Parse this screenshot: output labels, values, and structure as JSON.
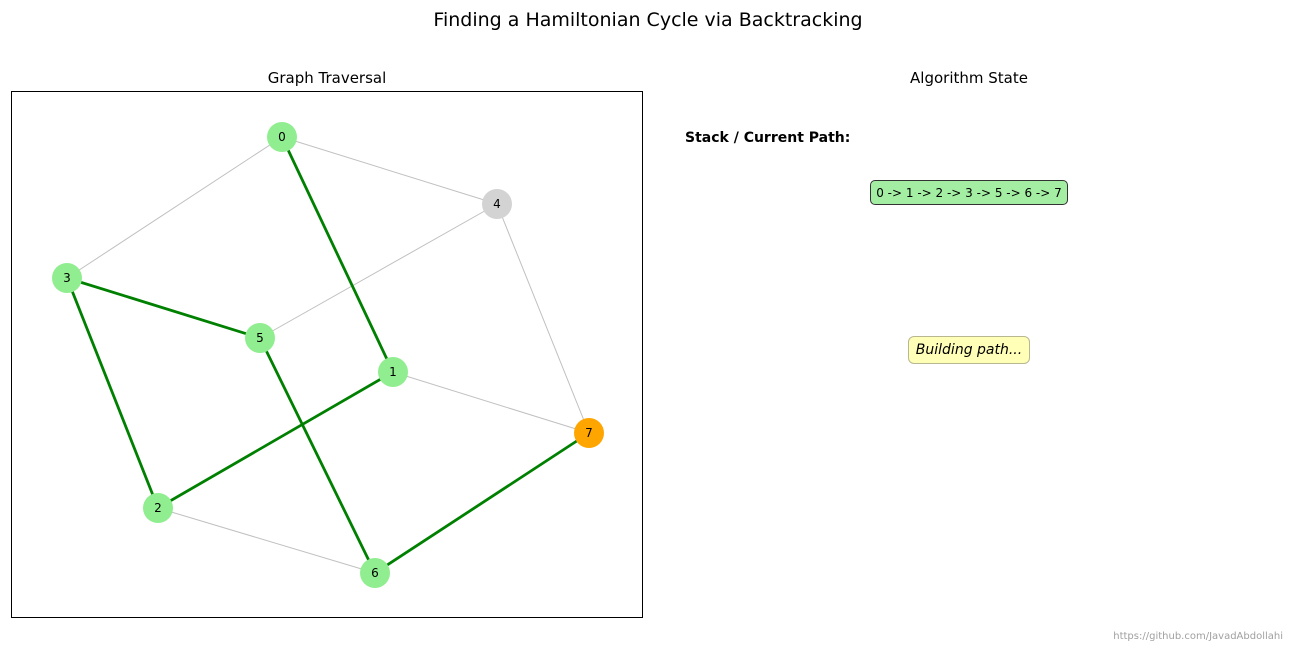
{
  "title": "Finding a Hamiltonian Cycle via Backtracking",
  "graph_panel": {
    "title": "Graph Traversal",
    "nodes": [
      {
        "id": "0",
        "status": "visited"
      },
      {
        "id": "1",
        "status": "visited"
      },
      {
        "id": "2",
        "status": "visited"
      },
      {
        "id": "3",
        "status": "visited"
      },
      {
        "id": "4",
        "status": "unvisited"
      },
      {
        "id": "5",
        "status": "visited"
      },
      {
        "id": "6",
        "status": "visited"
      },
      {
        "id": "7",
        "status": "current"
      }
    ],
    "edges": [
      {
        "from": "0",
        "to": "1",
        "in_path": true
      },
      {
        "from": "1",
        "to": "2",
        "in_path": true
      },
      {
        "from": "2",
        "to": "3",
        "in_path": true
      },
      {
        "from": "3",
        "to": "5",
        "in_path": true
      },
      {
        "from": "5",
        "to": "6",
        "in_path": true
      },
      {
        "from": "6",
        "to": "7",
        "in_path": true
      },
      {
        "from": "0",
        "to": "3",
        "in_path": false
      },
      {
        "from": "0",
        "to": "4",
        "in_path": false
      },
      {
        "from": "4",
        "to": "5",
        "in_path": false
      },
      {
        "from": "4",
        "to": "7",
        "in_path": false
      },
      {
        "from": "1",
        "to": "7",
        "in_path": false
      },
      {
        "from": "2",
        "to": "6",
        "in_path": false
      }
    ],
    "colors": {
      "visited": "#90ee90",
      "unvisited": "#d3d3d3",
      "current": "#ffa500",
      "path_edge": "#008000",
      "other_edge": "#c0c0c0"
    }
  },
  "state_panel": {
    "title": "Algorithm State",
    "stack_label": "Stack / Current Path:",
    "path_text": "0 -> 1 -> 2 -> 3 -> 5 -> 6 -> 7",
    "status_text": "Building path..."
  },
  "watermark": "https://github.com/JavadAbdollahi"
}
